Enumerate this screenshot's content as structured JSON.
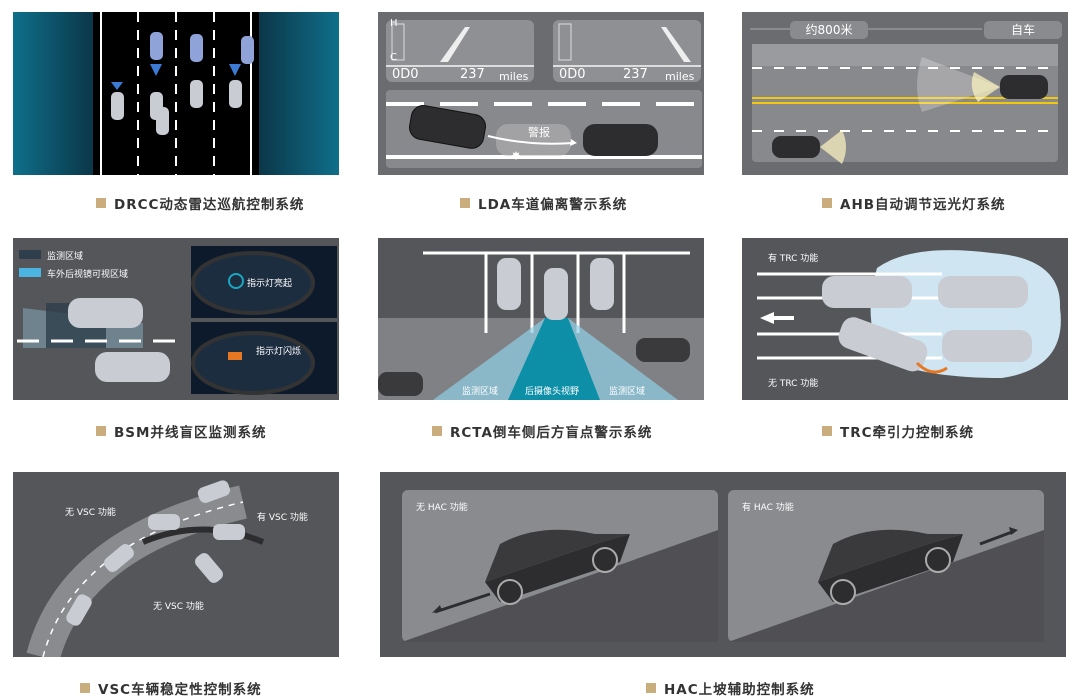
{
  "features": [
    {
      "caption": "DRCC动态雷达巡航控制系统"
    },
    {
      "caption": "LDA车道偏离警示系统",
      "odo": "0D0",
      "miles_value": "237",
      "miles_unit": "miles",
      "gauge_h": "H",
      "gauge_c": "C",
      "warning": "警报"
    },
    {
      "caption": "AHB自动调节远光灯系统",
      "distance": "约800米",
      "own_car": "自车"
    },
    {
      "caption": "BSM并线盲区监测系统",
      "legend_monitor": "监测区域",
      "legend_mirror": "车外后视镜可视区域",
      "indicator_on": "指示灯亮起",
      "indicator_flash": "指示灯闪烁"
    },
    {
      "caption": "RCTA倒车侧后方盲点警示系统",
      "zone_left": "监测区域",
      "camera": "后摄像头视野",
      "zone_right": "监测区域"
    },
    {
      "caption": "TRC牵引力控制系统",
      "with": "有 TRC 功能",
      "without": "无 TRC 功能"
    },
    {
      "caption": "VSC车辆稳定性控制系统",
      "without_top": "无 VSC 功能",
      "with": "有 VSC 功能",
      "without_bottom": "无 VSC 功能"
    },
    {
      "caption": "HAC上坡辅助控制系统",
      "without": "无 HAC 功能",
      "with": "有 HAC 功能"
    }
  ],
  "colors": {
    "accent": "#c9ad7d",
    "panel": "#55565a",
    "cyan": "#1aa6c0",
    "yellow": "#f2c80f",
    "orange": "#e87722"
  }
}
